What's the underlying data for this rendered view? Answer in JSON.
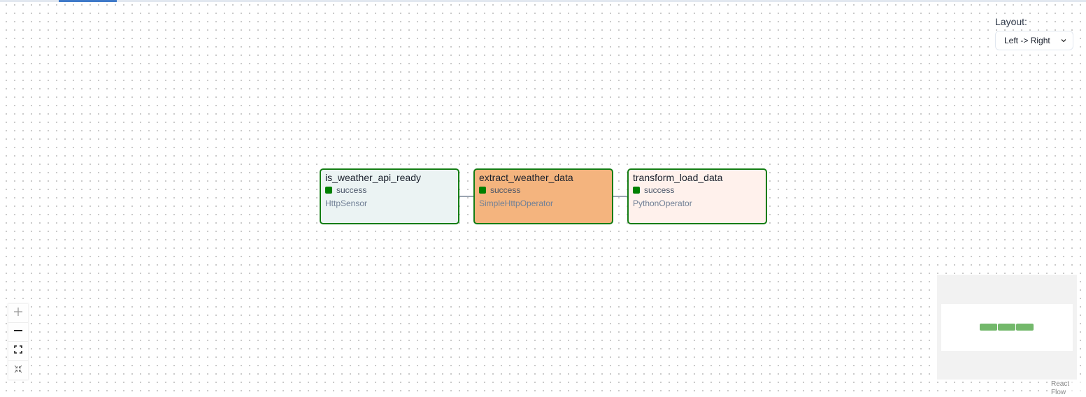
{
  "layout": {
    "label": "Layout:",
    "selected": "Left -> Right"
  },
  "nodes": [
    {
      "id": "is_weather_api_ready",
      "state": "success",
      "operator": "HttpSensor",
      "bg": "#ebf3f3"
    },
    {
      "id": "extract_weather_data",
      "state": "success",
      "operator": "SimpleHttpOperator",
      "bg": "#f4b47e"
    },
    {
      "id": "transform_load_data",
      "state": "success",
      "operator": "PythonOperator",
      "bg": "#fff1ec"
    }
  ],
  "colors": {
    "node_border": "#137d13",
    "success": "#008000",
    "minimap_node": "#73b86b",
    "tab_accent": "#3f7ac9"
  },
  "controls": [
    {
      "icon": "plus-icon",
      "name": "zoom-in-button"
    },
    {
      "icon": "minus-icon",
      "name": "zoom-out-button"
    },
    {
      "icon": "fit-view-icon",
      "name": "fit-view-button"
    },
    {
      "icon": "collapse-icon",
      "name": "interactive-toggle-button"
    }
  ],
  "attribution": "React Flow"
}
